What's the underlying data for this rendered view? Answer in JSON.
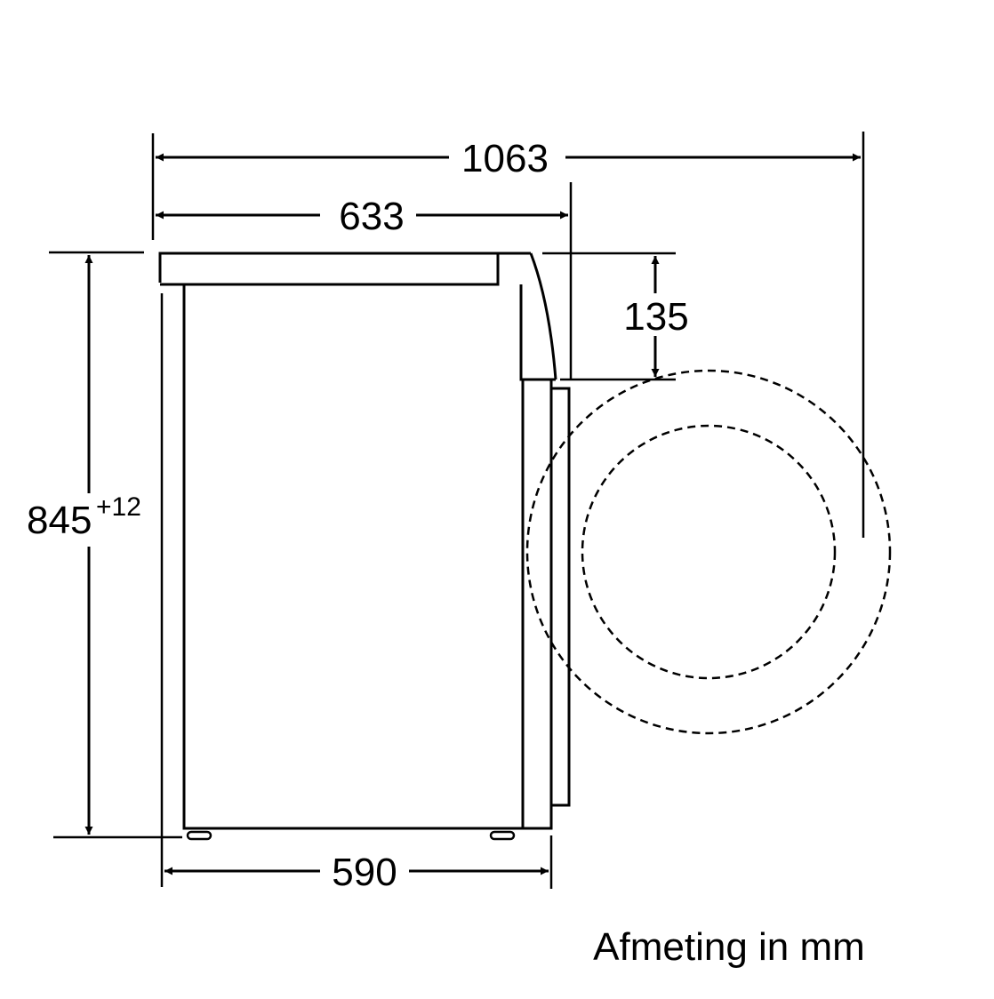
{
  "diagram": {
    "dimensions": {
      "total_depth_door_open": "1063",
      "depth_with_worktop": "633",
      "worktop_height": "135",
      "height": "845",
      "height_tolerance": "+12",
      "depth": "590"
    },
    "caption": "Afmeting in mm"
  }
}
